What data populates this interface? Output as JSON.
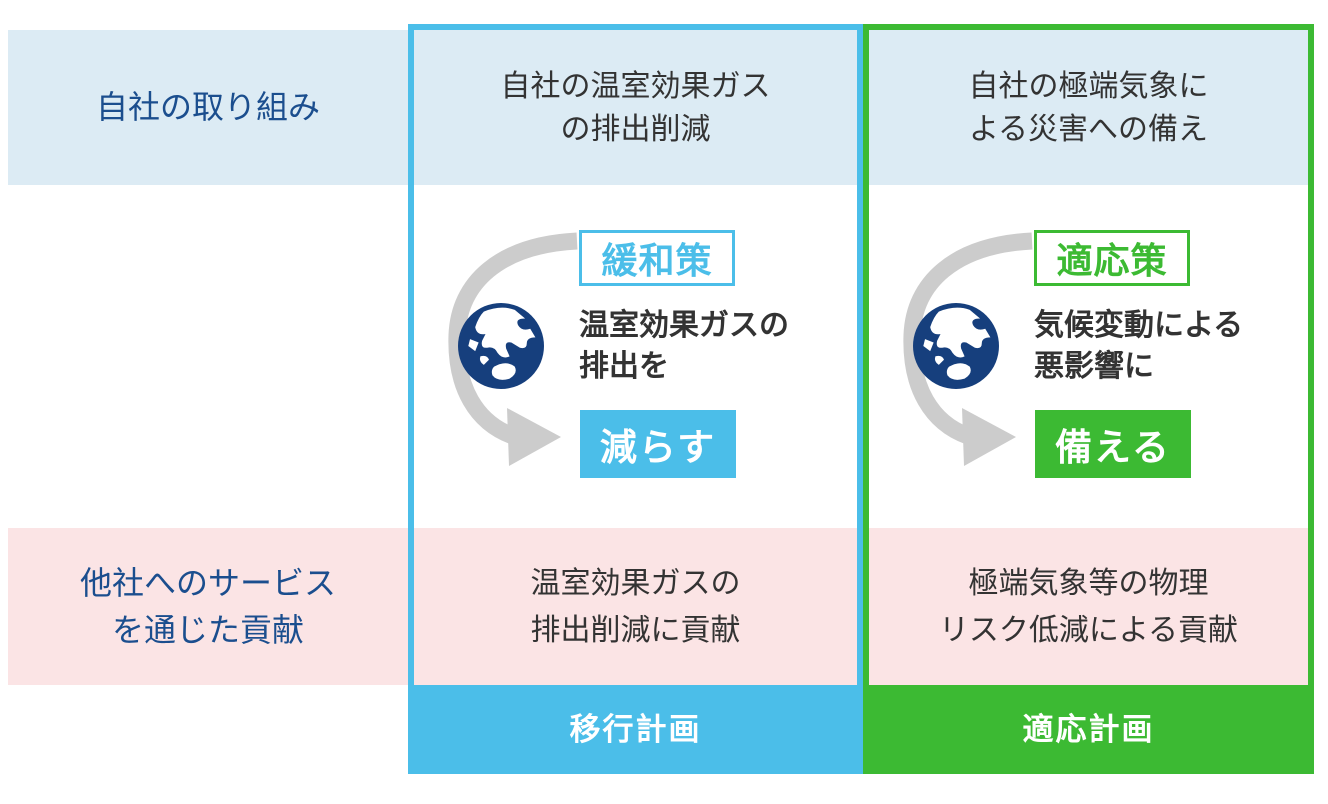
{
  "diagram": {
    "description_rows": {
      "own_efforts_label": "自社の取り組み",
      "service_label_line1": "他社へのサービス",
      "service_label_line2": "を通じた貢献"
    },
    "columns": [
      {
        "name": "mitigation",
        "header_line1": "自社の温室効果ガス",
        "header_line2": "の排出削減",
        "badge": "緩和策",
        "impact_line1": "温室効果ガスの",
        "impact_line2": "排出を",
        "action": "減らす",
        "contribution_line1": "温室効果ガスの",
        "contribution_line2": "排出削減に貢献",
        "footer": "移行計画",
        "accent_color": "#4BBEE9"
      },
      {
        "name": "adaptation",
        "header_line1": "自社の極端気象に",
        "header_line2": "よる災害への備え",
        "badge": "適応策",
        "impact_line1": "気候変動による",
        "impact_line2": "悪影響に",
        "action": "備える",
        "contribution_line1": "極端気象等の物理",
        "contribution_line2": "リスク低減による貢献",
        "footer": "適応計画",
        "accent_color": "#3CBA33"
      }
    ],
    "colors": {
      "row_header_bg": "#DCEBF4",
      "row_contribution_bg": "#FBE4E5",
      "label_text": "#1B4E8E",
      "body_text": "#333333",
      "globe_navy": "#163F7D",
      "arrow_gray": "#CCCCCC",
      "mitigation_accent": "#4BBEE9",
      "adaptation_accent": "#3CBA33"
    },
    "icons": [
      "globe-icon",
      "curved-arrow-icon"
    ]
  }
}
